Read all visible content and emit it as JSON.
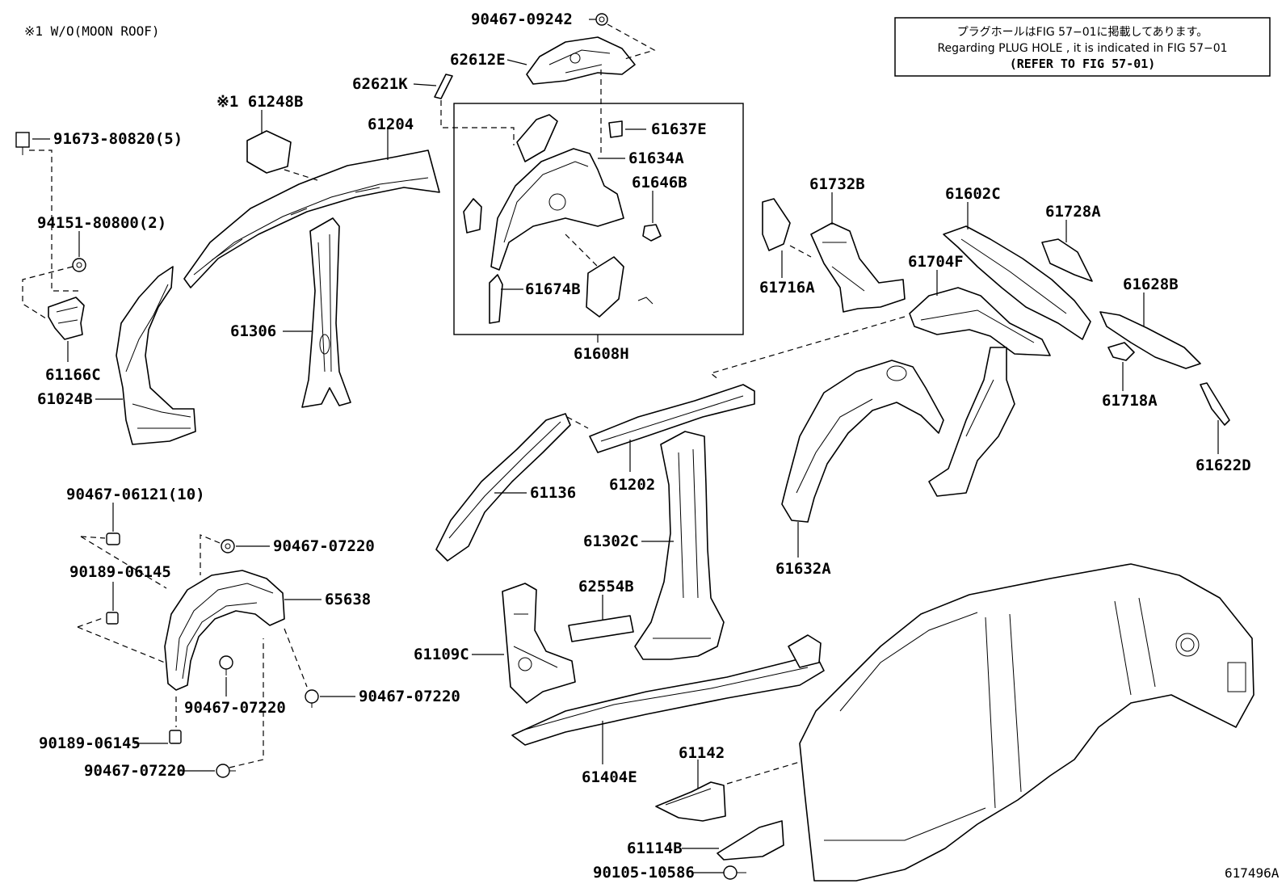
{
  "header_note": "※1 W/O(MOON ROOF)",
  "reference_box": {
    "line1": "プラグホールはFIG 57−01に掲載してあります。",
    "line2": "Regarding PLUG HOLE , it is indicated in FIG 57−01",
    "line3": "(REFER TO FIG 57-01)"
  },
  "figure_id": "617496A",
  "labels": {
    "p90467_09242": "90467-09242",
    "p62612E": "62612E",
    "p62621K": "62621K",
    "p61248B": "※1 61248B",
    "p61204": "61204",
    "p91673_80820": "91673-80820(5)",
    "p94151_80800": "94151-80800(2)",
    "p61166C": "61166C",
    "p61024B": "61024B",
    "p61306": "61306",
    "p61637E": "61637E",
    "p61634A": "61634A",
    "p61646B": "61646B",
    "p61674B": "61674B",
    "p61608H": "61608H",
    "p61732B": "61732B",
    "p61716A": "61716A",
    "p61602C": "61602C",
    "p61728A": "61728A",
    "p61704F": "61704F",
    "p61628B": "61628B",
    "p61718A": "61718A",
    "p61622D": "61622D",
    "p90467_06121": "90467-06121(10)",
    "p90467_07220_a": "90467-07220",
    "p90189_06145_a": "90189-06145",
    "p65638": "65638",
    "p90467_07220_b": "90467-07220",
    "p90467_07220_c": "90467-07220",
    "p90189_06145_b": "90189-06145",
    "p90467_07220_d": "90467-07220",
    "p61136": "61136",
    "p61202": "61202",
    "p61302C": "61302C",
    "p62554B": "62554B",
    "p61109C": "61109C",
    "p61404E": "61404E",
    "p61632A": "61632A",
    "p61142": "61142",
    "p61114B": "61114B",
    "p90105_10586": "90105-10586"
  }
}
